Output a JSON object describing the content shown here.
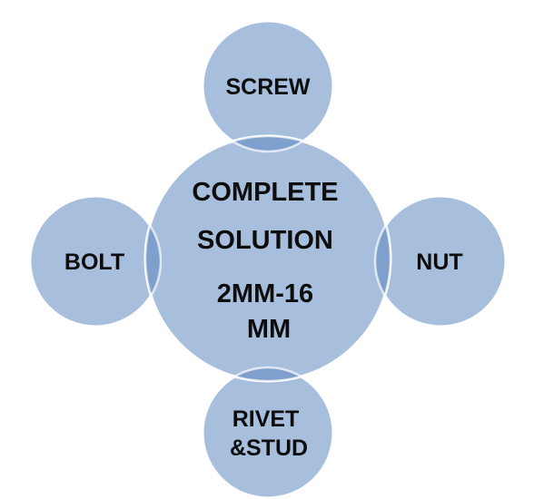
{
  "diagram": {
    "center": {
      "lines": [
        "COMPLETE",
        "SOLUTION",
        "2MM-16",
        "MM"
      ]
    },
    "satellites": {
      "top": {
        "lines": [
          "SCREW"
        ]
      },
      "left": {
        "lines": [
          "BOLT"
        ]
      },
      "right": {
        "lines": [
          "NUT"
        ]
      },
      "bottom": {
        "lines": [
          "RIVET",
          "&STUD"
        ]
      }
    },
    "colors": {
      "circle_fill": "#a7bfdd",
      "circle_stroke": "#ffffff",
      "overlap_fill": "#7f9fcc",
      "text": "#0d0d0d"
    }
  }
}
